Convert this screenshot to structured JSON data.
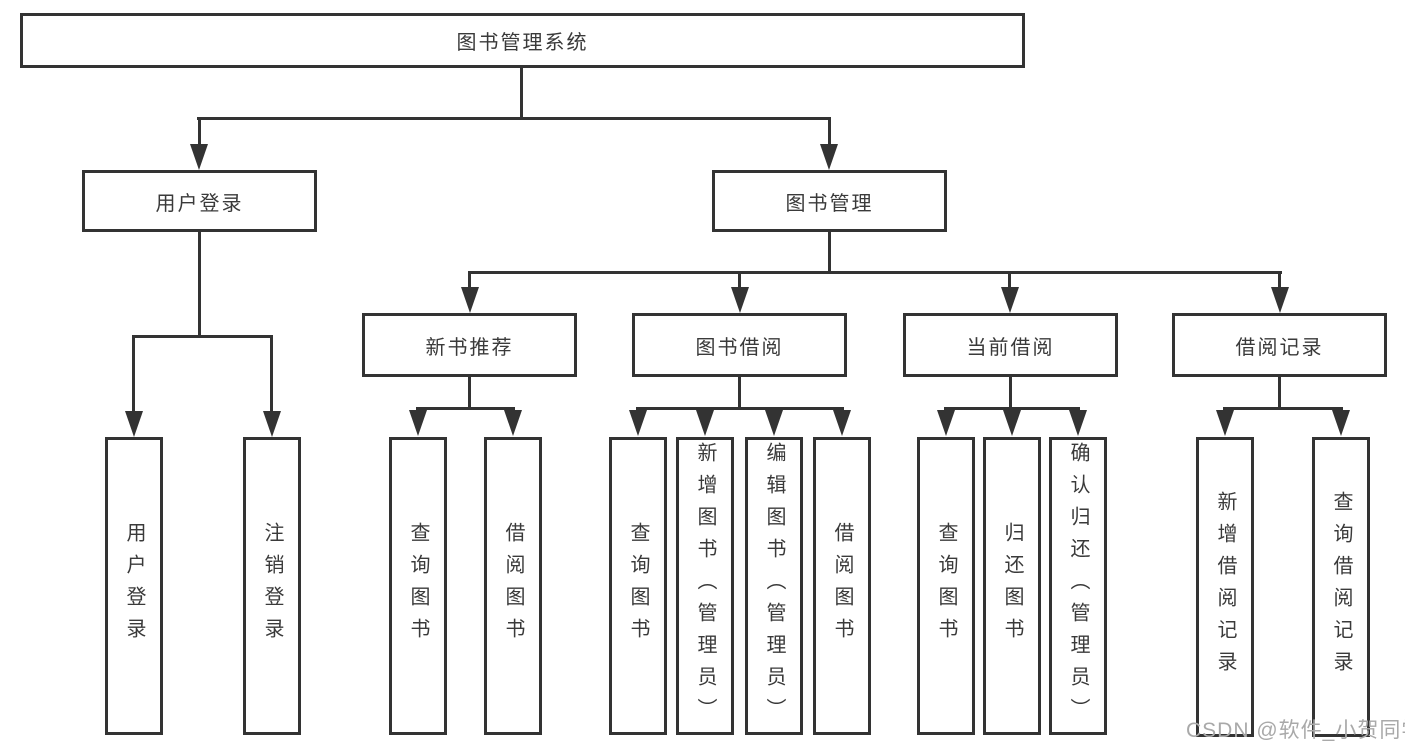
{
  "diagram": {
    "type": "hierarchy-flowchart",
    "tree": {
      "root": {
        "label": "图书管理系统"
      },
      "branches": [
        {
          "label": "用户登录",
          "children": [
            {
              "label": "用户登录"
            },
            {
              "label": "注销登录"
            }
          ]
        },
        {
          "label": "图书管理",
          "children": [
            {
              "label": "新书推荐",
              "children": [
                {
                  "label": "查询图书"
                },
                {
                  "label": "借阅图书"
                }
              ]
            },
            {
              "label": "图书借阅",
              "children": [
                {
                  "label": "查询图书"
                },
                {
                  "label": "新增图书（管理员）"
                },
                {
                  "label": "编辑图书（管理员）"
                },
                {
                  "label": "借阅图书"
                }
              ]
            },
            {
              "label": "当前借阅",
              "children": [
                {
                  "label": "查询图书"
                },
                {
                  "label": "归还图书"
                },
                {
                  "label": "确认归还（管理员）"
                }
              ]
            },
            {
              "label": "借阅记录",
              "children": [
                {
                  "label": "新增借阅记录"
                },
                {
                  "label": "查询借阅记录"
                }
              ]
            }
          ]
        }
      ]
    },
    "colors": {
      "line": "#333333",
      "box_fill": "#ffffff",
      "text": "#3a3a3a",
      "watermark": "#a9a9a9"
    }
  },
  "watermark": {
    "text": "CSDN @软件_小贺同学"
  }
}
